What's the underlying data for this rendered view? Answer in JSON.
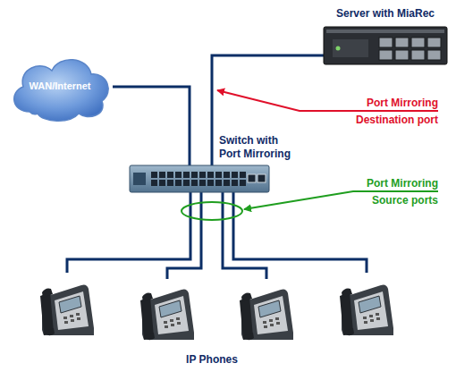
{
  "diagram": {
    "nodes": [
      {
        "text": [
          "Server with MiaRec"
        ]
      },
      {
        "text": [
          "WAN/Internet"
        ]
      },
      {
        "text": [
          "Switch with Port Mirroring"
        ]
      }
    ],
    "edges": [
      {
        "from": 1,
        "to": 2,
        "arrow": "none"
      },
      {
        "from": 0,
        "to": 2,
        "arrow": "none"
      }
    ],
    "labels": [
      "Port Mirroring",
      "Destination port",
      "Port Mirroring",
      "Source ports",
      "IP Phones"
    ]
  }
}
